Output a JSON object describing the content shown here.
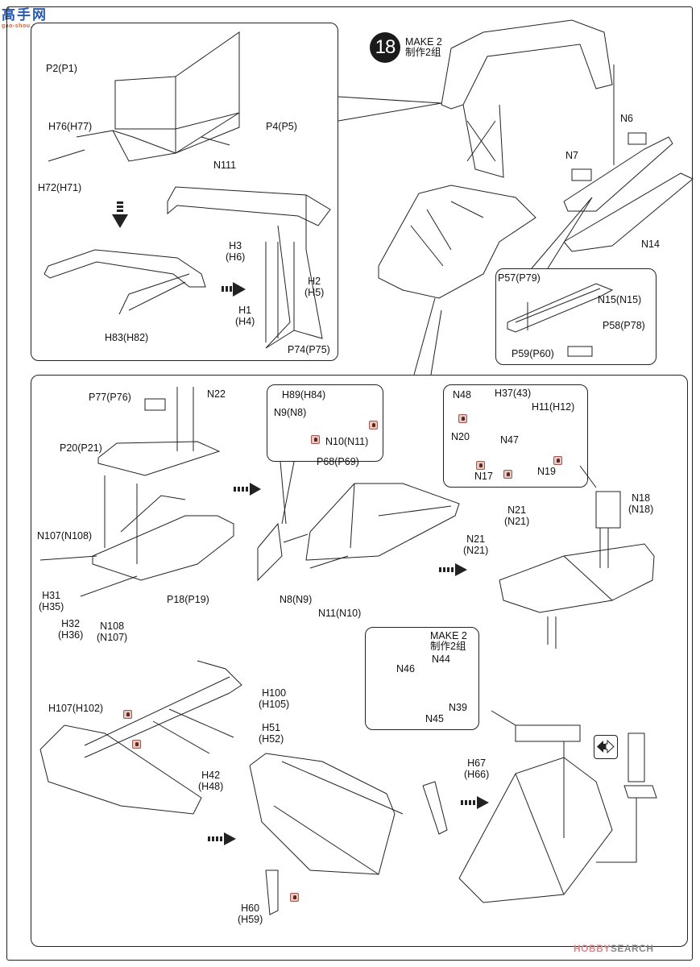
{
  "watermarks": {
    "top_left_logo_text": "高手网",
    "top_left_logo_url": "gao-shou.com",
    "bottom_right_brand_1": "HOBBY",
    "bottom_right_brand_2": "SEARCH"
  },
  "step": {
    "number": "18",
    "make_en": "MAKE 2",
    "make_cn": "制作2组"
  },
  "panel_top_left": {
    "labels": [
      "P2(P1)",
      "P4(P5)",
      "H76(H77)",
      "N111",
      "H72(H71)",
      "H3\n(H6)",
      "H2\n(H5)",
      "H1\n(H4)",
      "H83(H82)",
      "P74(P75)"
    ]
  },
  "main_top": {
    "labels": [
      "N6",
      "N7",
      "N14"
    ]
  },
  "panel_skid": {
    "labels": [
      "P57(P79)",
      "N15(N15)",
      "P58(P78)",
      "P59(P60)"
    ]
  },
  "panel_bottom": {
    "section_a": [
      "P77(P76)",
      "N22",
      "P20(P21)",
      "N107(N108)",
      "H31\n(H35)",
      "H32\n(H36)",
      "N108\n(N107)",
      "P18(P19)"
    ],
    "callout_a": [
      "H89(H84)",
      "N9(N8)",
      "N10(N11)",
      "P68(P69)"
    ],
    "section_b": [
      "N8(N9)",
      "N11(N10)"
    ],
    "callout_b": [
      "N48",
      "H37(43)",
      "H11(H12)",
      "N20",
      "N47",
      "N17",
      "N19"
    ],
    "section_c": [
      "N18\n(N18)",
      "N21\n(N21)",
      "N21\n(N21)"
    ],
    "callout_c": {
      "make_en": "MAKE 2",
      "make_cn": "制作2组",
      "labels": [
        "N46",
        "N44",
        "N45",
        "N39"
      ]
    },
    "section_d": [
      "H107(H102)",
      "H100\n(H105)",
      "H51\n(H52)",
      "H42\n(H48)"
    ],
    "section_e": [
      "H67\n(H66)",
      "H60\n(H59)"
    ]
  },
  "icons": {
    "glue_marker": "cement-icon",
    "arrow_next": "dashed-right-arrow-icon",
    "arrow_down": "dashed-down-arrow-icon",
    "alternative": "swap-arrows-icon"
  }
}
